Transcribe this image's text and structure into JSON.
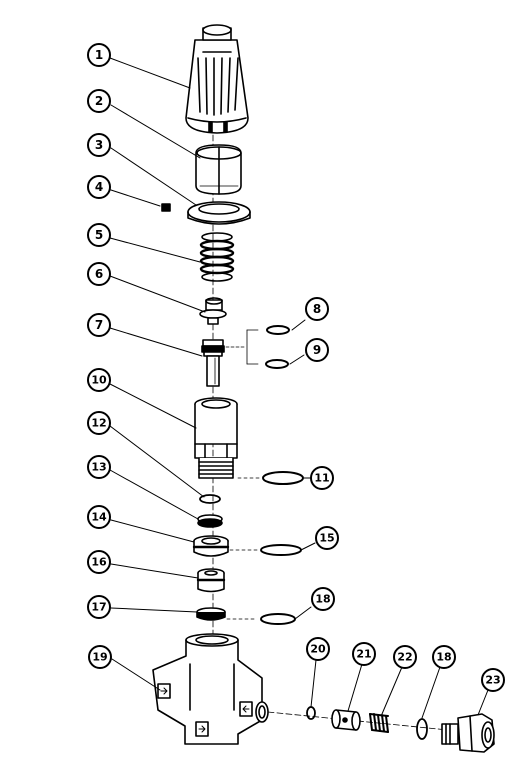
{
  "diagram": {
    "callouts": [
      {
        "id": "c1",
        "label": "1"
      },
      {
        "id": "c2",
        "label": "2"
      },
      {
        "id": "c3",
        "label": "3"
      },
      {
        "id": "c4",
        "label": "4"
      },
      {
        "id": "c5",
        "label": "5"
      },
      {
        "id": "c6",
        "label": "6"
      },
      {
        "id": "c7",
        "label": "7"
      },
      {
        "id": "c8",
        "label": "8"
      },
      {
        "id": "c9",
        "label": "9"
      },
      {
        "id": "c10",
        "label": "10"
      },
      {
        "id": "c11",
        "label": "11"
      },
      {
        "id": "c12",
        "label": "12"
      },
      {
        "id": "c13",
        "label": "13"
      },
      {
        "id": "c14",
        "label": "14"
      },
      {
        "id": "c15",
        "label": "15"
      },
      {
        "id": "c16",
        "label": "16"
      },
      {
        "id": "c17",
        "label": "17"
      },
      {
        "id": "c18a",
        "label": "18"
      },
      {
        "id": "c19",
        "label": "19"
      },
      {
        "id": "c20",
        "label": "20"
      },
      {
        "id": "c21",
        "label": "21"
      },
      {
        "id": "c22",
        "label": "22"
      },
      {
        "id": "c18b",
        "label": "18"
      },
      {
        "id": "c23",
        "label": "23"
      }
    ],
    "colors": {
      "ink": "#000000",
      "paper": "#ffffff"
    }
  }
}
